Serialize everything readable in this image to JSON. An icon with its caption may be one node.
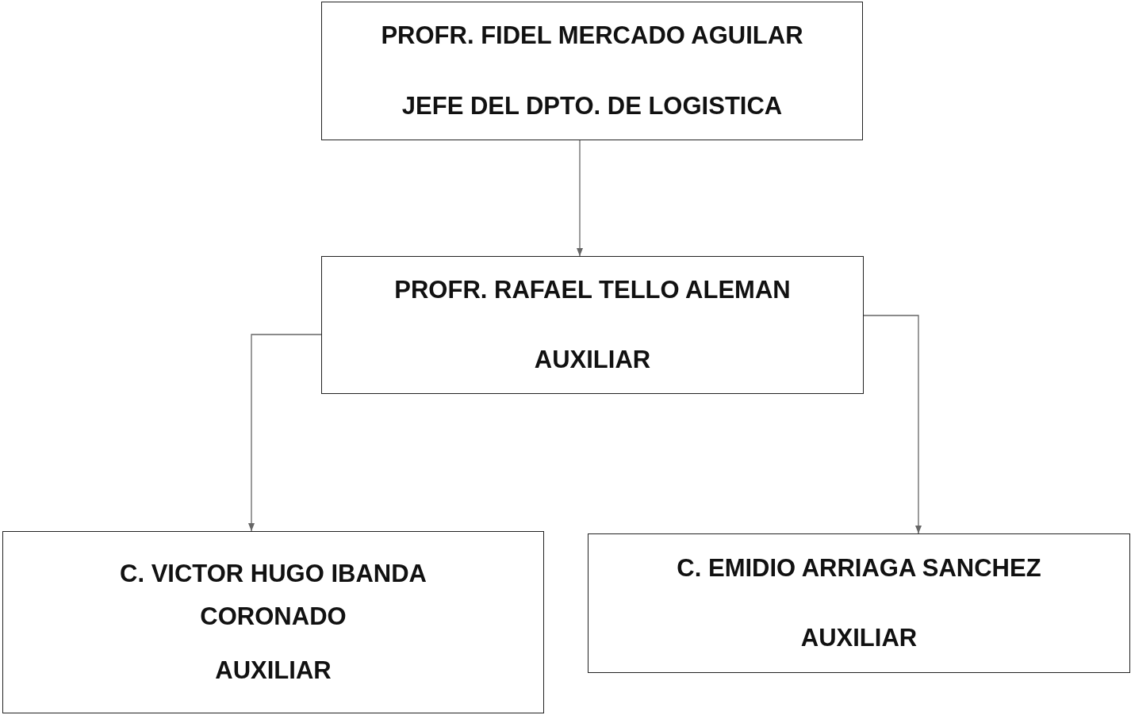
{
  "diagram": {
    "nodes": [
      {
        "text": [
          "PROFR. FIDEL MERCADO AGUILAR",
          "JEFE DEL DPTO. DE LOGISTICA"
        ]
      },
      {
        "text": [
          "PROFR. RAFAEL TELLO ALEMAN",
          "AUXILIAR"
        ]
      },
      {
        "text": [
          "C. VICTOR HUGO IBANDA CORONADO",
          "AUXILIAR"
        ]
      },
      {
        "text": [
          "C. EMIDIO ARRIAGA SANCHEZ",
          "AUXILIAR"
        ]
      }
    ],
    "edges": [
      {
        "from": 0,
        "to": 1,
        "arrow": "to"
      },
      {
        "from": 1,
        "to": 2,
        "arrow": "to"
      },
      {
        "from": 1,
        "to": 3,
        "arrow": "to"
      }
    ]
  }
}
